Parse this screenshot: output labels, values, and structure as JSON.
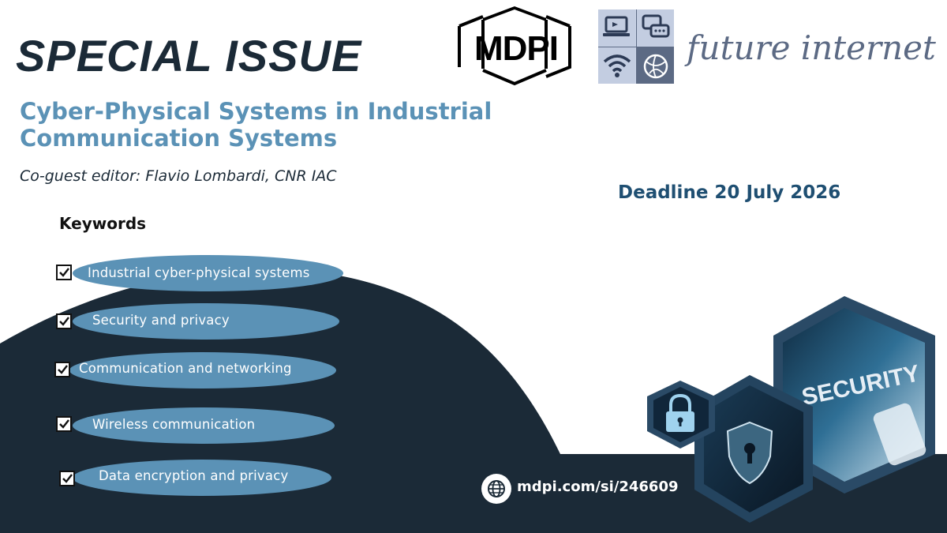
{
  "header": {
    "special_issue": "SPECIAL ISSUE",
    "publisher_logo_text": "MDPI",
    "journal_name": "future internet"
  },
  "main": {
    "title_line1": "Cyber-Physical Systems in Industrial",
    "title_line2": "Communication Systems",
    "editor": "Co-guest editor: Flavio Lombardi, CNR IAC",
    "deadline": "Deadline 20 July 2026"
  },
  "keywords": {
    "heading": "Keywords",
    "items": [
      {
        "label": "Industrial cyber-physical systems"
      },
      {
        "label": "Security and privacy"
      },
      {
        "label": "Communication and networking"
      },
      {
        "label": "Wireless communication"
      },
      {
        "label": "Data encryption and privacy"
      }
    ]
  },
  "footer": {
    "url": "mdpi.com/si/246609"
  },
  "images": {
    "large_hex_text": "SECURITY",
    "icons": [
      "laptop-icon",
      "chat-icon",
      "wifi-icon",
      "globe-network-icon",
      "padlock-icon",
      "shield-keyhole-icon",
      "globe-icon"
    ]
  },
  "colors": {
    "dark_navy": "#1b2a37",
    "accent_blue": "#5b92b6",
    "deadline_blue": "#1f4f72",
    "journal_gray": "#5c6a84"
  }
}
